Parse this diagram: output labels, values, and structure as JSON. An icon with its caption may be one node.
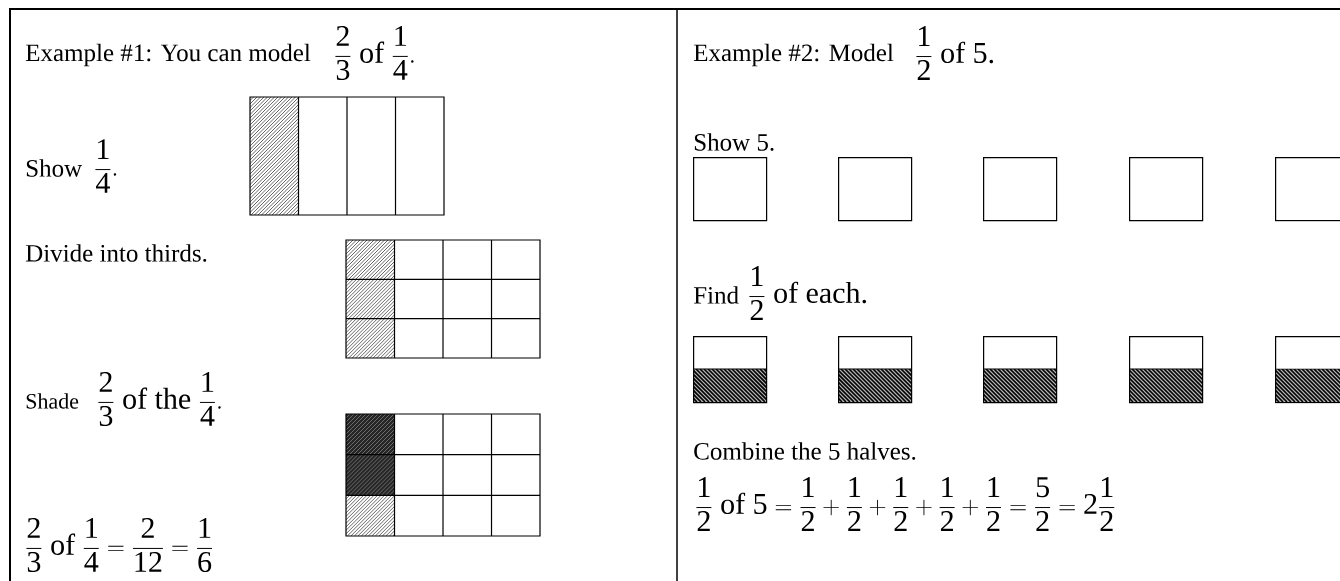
{
  "diagram": {
    "nodes": [
      {
        "text": [],
        "shape": "box"
      },
      {
        "text": [],
        "shape": "box"
      },
      {
        "text": [],
        "shape": "box"
      },
      {
        "text": [],
        "shape": "box"
      },
      {
        "text": [],
        "shape": "box"
      },
      {
        "text": [],
        "shape": "box"
      },
      {
        "text": [],
        "shape": "box"
      },
      {
        "text": [],
        "shape": "box"
      },
      {
        "text": [],
        "shape": "box"
      },
      {
        "text": [],
        "shape": "box"
      }
    ],
    "labels": [
      "Example #1:  You can model",
      "\\frac{2}{3}\\ \\text{of}\\ \\frac{1}{4}.",
      "Show",
      "\\frac{1}{4}.",
      "Divide into thirds.",
      "Shade",
      "\\frac{2}{3}\\ \\text{of the}\\ \\frac{1}{4}.",
      "\\frac{2}{3}\\ \\text{of}\\ \\frac{1}{4}=\\frac{2}{12}=\\frac{1}{6}",
      "Example #2: Model",
      "\\frac{1}{2}\\ \\text{of 5.}",
      "Show 5.",
      "Find",
      "\\frac{1}{2}\\ \\text{of each.}",
      "Combine the 5 halves.",
      "\\frac{1}{2}\\ \\text{of 5}=\\frac{1}{2}+\\frac{1}{2}+\\frac{1}{2}+\\frac{1}{2}+\\frac{1}{2}=\\frac{5}{2}=2\\frac{1}{2}"
    ]
  }
}
